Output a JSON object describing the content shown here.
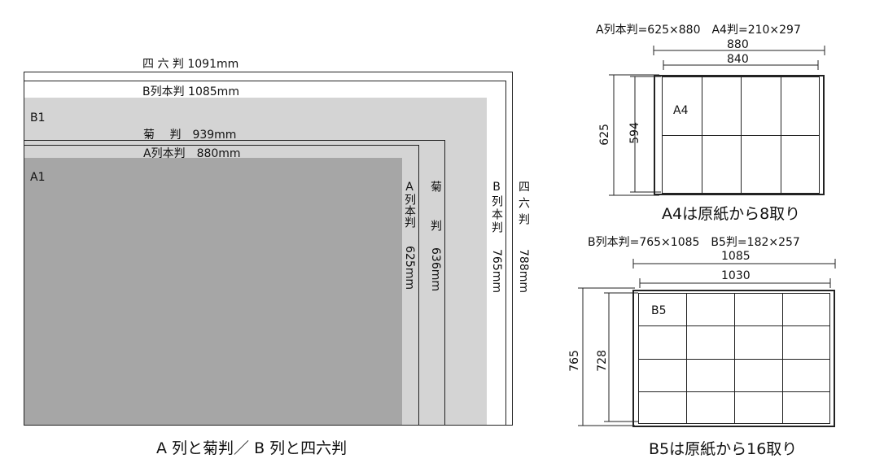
{
  "left": {
    "shiroku_h": "四 六 判 1091mm",
    "bhon_h": "B列本判 1085mm",
    "b1": "B1",
    "kiku_h": "菊　 判　939mm",
    "ahon_h": "A列本判　880mm",
    "a1": "A1",
    "ahon_v_title": "A列本判",
    "ahon_v_dim": "625mm",
    "kiku_v_title": "菊判",
    "kiku_v_dim": "636mm",
    "bhon_v_title": "B列本判",
    "bhon_v_dim": "765mm",
    "shiroku_v_title": "四六判",
    "shiroku_v_dim": "788mm",
    "caption": "A 列と菊判／ B 列と四六判"
  },
  "right_top": {
    "spec_line": "A列本判=625×880　A4判=210×297",
    "dim_outer_w": "880",
    "dim_inner_w": "840",
    "dim_outer_h": "625",
    "dim_inner_h": "594",
    "cell_label": "A4",
    "caption": "A4は原紙から8取り",
    "cols": 4,
    "rows": 2
  },
  "right_bottom": {
    "spec_line": "B列本判=765×1085　B5判=182×257",
    "dim_outer_w": "1085",
    "dim_inner_w": "1030",
    "dim_outer_h": "765",
    "dim_inner_h": "728",
    "cell_label": "B5",
    "caption": "B5は原紙から16取り",
    "cols": 4,
    "rows": 4
  },
  "colors": {
    "b1_fill": "#d4d4d4",
    "a1_fill": "#a6a6a6",
    "line": "#222222"
  }
}
